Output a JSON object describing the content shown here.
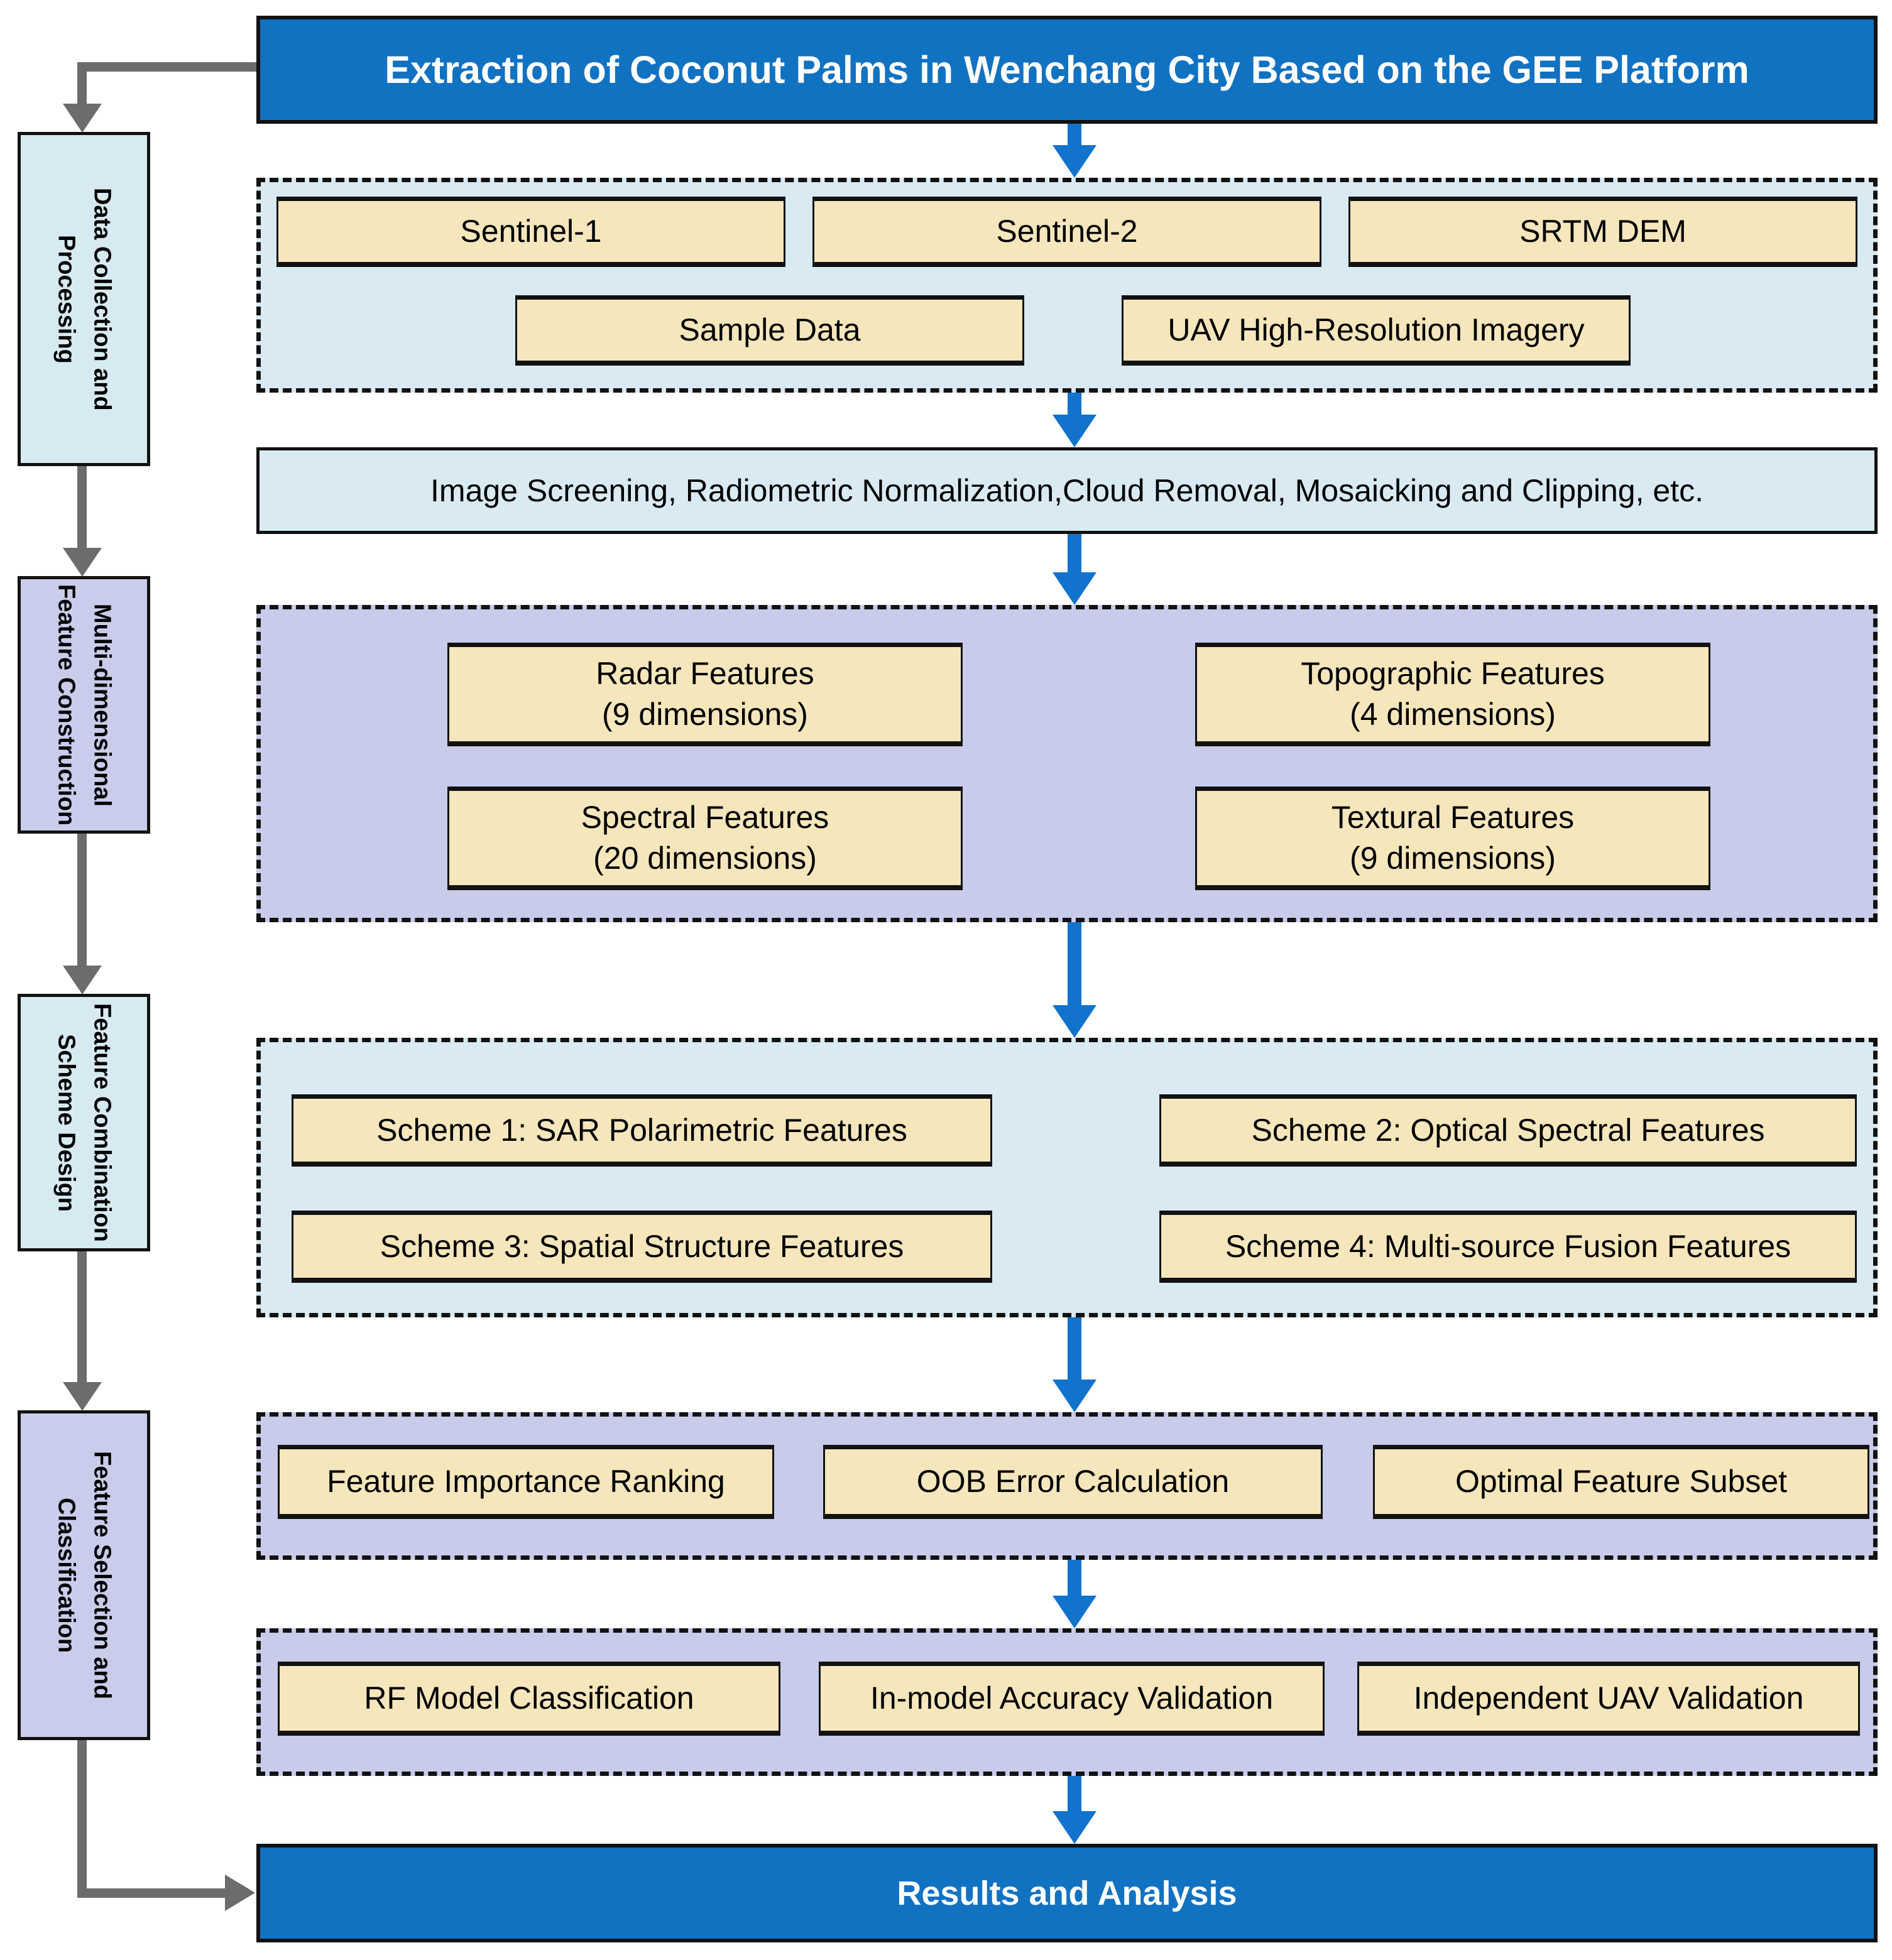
{
  "title": "Extraction of Coconut Palms in Wenchang City Based on the GEE Platform",
  "sidebar": {
    "stages": [
      {
        "label": "Data Collection and\nProcessing"
      },
      {
        "label": "Multi-dimensional\nFeature Construction"
      },
      {
        "label": "Feature Combination\nScheme Design"
      },
      {
        "label": "Feature Selection and\nClassification"
      }
    ]
  },
  "flow": {
    "data_sources": {
      "row1": [
        "Sentinel-1",
        "Sentinel-2",
        "SRTM DEM"
      ],
      "row2": [
        "Sample Data",
        "UAV High-Resolution Imagery"
      ]
    },
    "preprocessing": "Image Screening, Radiometric Normalization,Cloud Removal, Mosaicking and Clipping, etc.",
    "features": [
      "Radar Features\n(9 dimensions)",
      "Topographic Features\n(4 dimensions)",
      "Spectral Features\n(20 dimensions)",
      "Textural Features\n(9 dimensions)"
    ],
    "schemes": [
      "Scheme 1: SAR Polarimetric Features",
      "Scheme 2: Optical Spectral Features",
      "Scheme 3: Spatial Structure Features",
      "Scheme 4: Multi-source Fusion Features"
    ],
    "selection": [
      "Feature Importance Ranking",
      "OOB Error Calculation",
      "Optimal Feature Subset"
    ],
    "classification": [
      "RF Model Classification",
      "In-model Accuracy Validation",
      "Independent UAV Validation"
    ],
    "results": "Results and Analysis"
  },
  "colors": {
    "banner_blue": "#1272C2",
    "arrow_blue": "#1173CB",
    "connector_gray": "#6C6C6C",
    "box_tan": "#F5E6BC",
    "panel_light_blue": "#D9EAF2",
    "panel_purple": "#C8CCEA",
    "stage_light_blue": "#D7EAF1",
    "stage_purple": "#CACCEB",
    "line_black": "#121212",
    "text_white": "#FFFFFF",
    "text_black": "#000000"
  }
}
